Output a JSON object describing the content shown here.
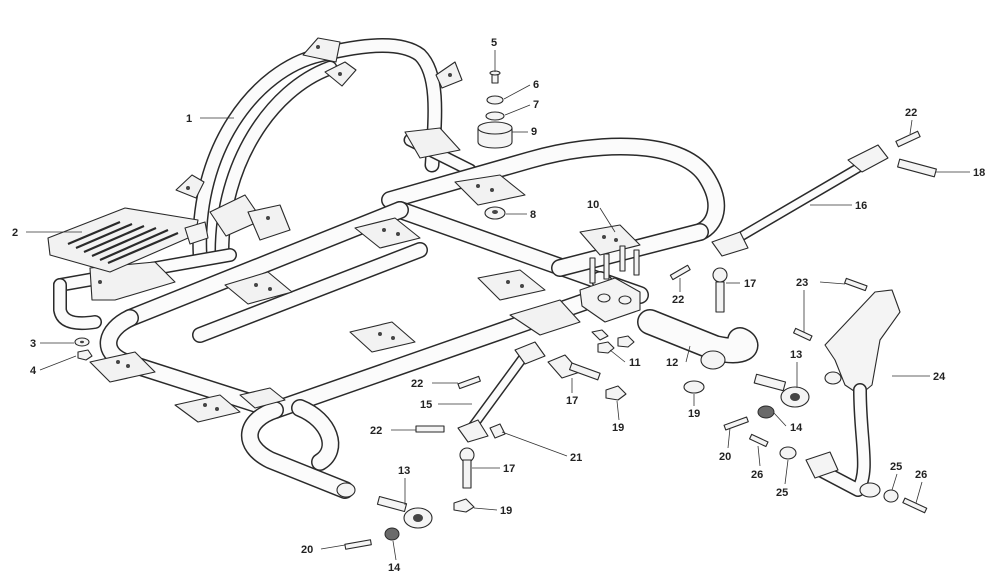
{
  "diagram": {
    "callouts": [
      {
        "id": "c1",
        "text": "1"
      },
      {
        "id": "c2",
        "text": "2"
      },
      {
        "id": "c3",
        "text": "3"
      },
      {
        "id": "c4",
        "text": "4"
      },
      {
        "id": "c5",
        "text": "5"
      },
      {
        "id": "c6",
        "text": "6"
      },
      {
        "id": "c7",
        "text": "7"
      },
      {
        "id": "c8",
        "text": "8"
      },
      {
        "id": "c9",
        "text": "9"
      },
      {
        "id": "c10",
        "text": "10"
      },
      {
        "id": "c11",
        "text": "11"
      },
      {
        "id": "c12",
        "text": "12"
      },
      {
        "id": "c13a",
        "text": "13"
      },
      {
        "id": "c13b",
        "text": "13"
      },
      {
        "id": "c14a",
        "text": "14"
      },
      {
        "id": "c14b",
        "text": "14"
      },
      {
        "id": "c15",
        "text": "15"
      },
      {
        "id": "c16",
        "text": "16"
      },
      {
        "id": "c17a",
        "text": "17"
      },
      {
        "id": "c17b",
        "text": "17"
      },
      {
        "id": "c17c",
        "text": "17"
      },
      {
        "id": "c18",
        "text": "18"
      },
      {
        "id": "c19a",
        "text": "19"
      },
      {
        "id": "c19b",
        "text": "19"
      },
      {
        "id": "c19c",
        "text": "19"
      },
      {
        "id": "c20a",
        "text": "20"
      },
      {
        "id": "c20b",
        "text": "20"
      },
      {
        "id": "c21",
        "text": "21"
      },
      {
        "id": "c22a",
        "text": "22"
      },
      {
        "id": "c22b",
        "text": "22"
      },
      {
        "id": "c22c",
        "text": "22"
      },
      {
        "id": "c22d",
        "text": "22"
      },
      {
        "id": "c23",
        "text": "23"
      },
      {
        "id": "c24",
        "text": "24"
      },
      {
        "id": "c25a",
        "text": "25"
      },
      {
        "id": "c25b",
        "text": "25"
      },
      {
        "id": "c26a",
        "text": "26"
      },
      {
        "id": "c26b",
        "text": "26"
      }
    ]
  }
}
